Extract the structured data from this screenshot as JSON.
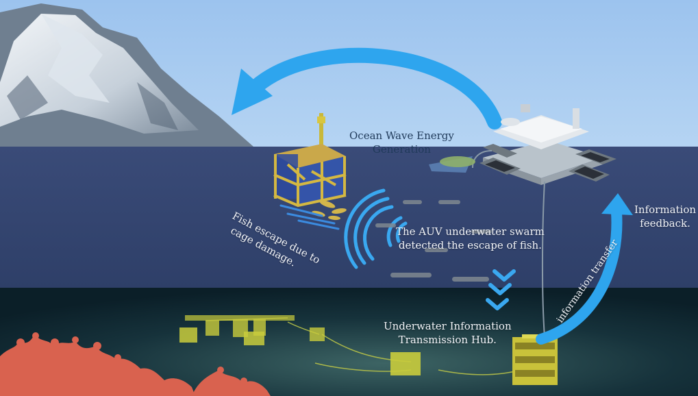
{
  "labels": {
    "wave_energy_line1": "Ocean Wave Energy",
    "wave_energy_line2": "Generation",
    "fish_escape_line1": "Fish escape due to",
    "fish_escape_line2": "cage damage.",
    "auv_line1": "The AUV underwater swarm",
    "auv_line2": "detected the escape of fish.",
    "hub_line1": "Underwater Information",
    "hub_line2": "Transmission Hub.",
    "info_transfer": "information transfer",
    "feedback_line1": "Information",
    "feedback_line2": "feedback."
  },
  "colors": {
    "sky": "#a9ccf0",
    "mid_water": "#34456f",
    "deep_water": "#0f2a33",
    "arrow_blue": "#2ea5ee",
    "signal_blue": "#3aa8f0",
    "coral": "#d9624f",
    "structure_yellow": "#c9c83a"
  },
  "icons": {
    "mountain": "mountain-icon",
    "fish_cage": "fish-cage-icon",
    "platform": "wave-energy-platform-icon",
    "auv": "auv-icon",
    "hub": "transmission-hub-icon",
    "coral": "coral-icon"
  }
}
